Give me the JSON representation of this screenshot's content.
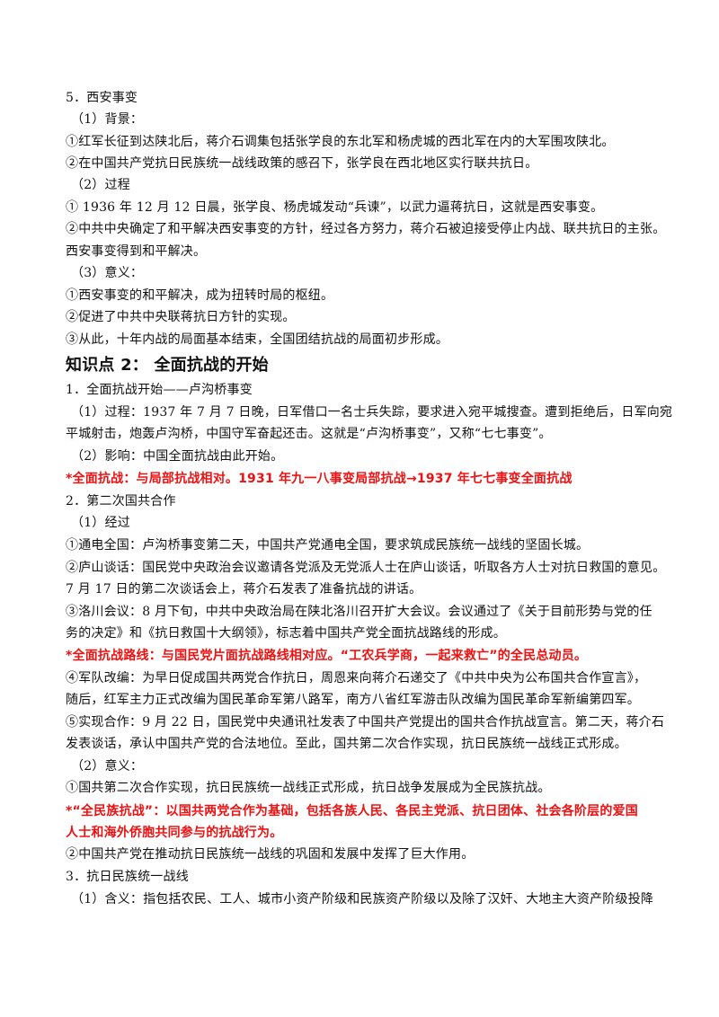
{
  "lines": [
    "5．西安事变",
    "（1）背景：",
    "①红军长征到达陕北后，蒋介石调集包括张学良的东北军和杨虎城的西北军在内的大军围攻陕北。",
    "②在中国共产党抗日民族统一战线政策的感召下，张学良在西北地区实行联共抗日。",
    "（2）过程",
    "① 1936 年 12 月 12 日晨，张学良、杨虎城发动“兵谏”，以武力逼蒋抗日，这就是西安事变。",
    "②中共中央确定了和平解决西安事变的方针，经过各方努力，蒋介石被迫接受停止内战、联共抗日的主张。",
    "西安事变得到和平解决。",
    "（3）意义：",
    "①西安事变的和平解决，成为扭转时局的枢纽。",
    "②促进了中共中央联蒋抗日方针的实现。",
    "③从此，十年内战的局面基本结束，全国团结抗战的局面初步形成。",
    "知识点 2：  全面抗战的开始",
    "1．全面抗战开始——卢沟桥事变",
    "（1）过程：1937 年 7 月 7 日晚，日军借口一名士兵失踪，要求进入宛平城搜查。遭到拒绝后，日军向宛",
    "平城射击，炮轰卢沟桥，中国守军奋起还击。这就是“卢沟桥事变”，又称“七七事变”。",
    "（2）影响：中国全面抗战由此开始。",
    "*全面抗战：与局部抗战相对。1931 年九一八事变局部抗战→1937 年七七事变全面抗战",
    "2．第二次国共合作",
    "（1）经过",
    "①通电全国：卢沟桥事变第二天，中国共产党通电全国，要求筑成民族统一战线的坚固长城。",
    "②庐山谈话：国民党中央政治会议邀请各党派及无党派人士在庐山谈话，听取各方人士对抗日救国的意见。",
    "7 月 17 日的第二次谈话会上，蒋介石发表了准备抗战的讲话。",
    "③洛川会议：8 月下旬，中共中央政治局在陕北洛川召开扩大会议。会议通过了《关于目前形势与党的任",
    "务的决定》和《抗日救国十大纲领》，标志着中国共产党全面抗战路线的形成。",
    "*全面抗战路线：与国民党片面抗战路线相对应。“工农兵学商，一起来救亡”的全民总动员。",
    "④军队改编：为早日促成国共两党合作抗日，周恩来向蒋介石递交了《中共中央为公布国共合作宣言》，",
    "随后，红军主力正式改编为国民革命军第八路军，南方八省红军游击队改编为国民革命军新编第四军。",
    "⑤实现合作：9 月 22 日，国民党中央通讯社发表了中国共产党提出的国共合作抗战宣言。第二天，蒋介石",
    "发表谈话，承认中国共产党的合法地位。至此，国共第二次合作实现，抗日民族统一战线正式形成。",
    "（2）意义：",
    "①国共第二次合作实现，抗日民族统一战线正式形成，抗日战争发展成为全民族抗战。",
    "*“全民族抗战”：以国共两党合作为基础，包括各族人民、各民主党派、抗日团体、社会各阶层的爱国",
    "人士和海外侨胞共同参与的抗战行为。",
    "②中国共产党在推动抗日民族统一战线的巩固和发展中发挥了巨大作用。",
    "3．抗日民族统一战线",
    "（1）含义：指包括农民、工人、城市小资产阶级和民族资产阶级以及除了汉奸、大地主大资产阶级投降"
  ]
}
